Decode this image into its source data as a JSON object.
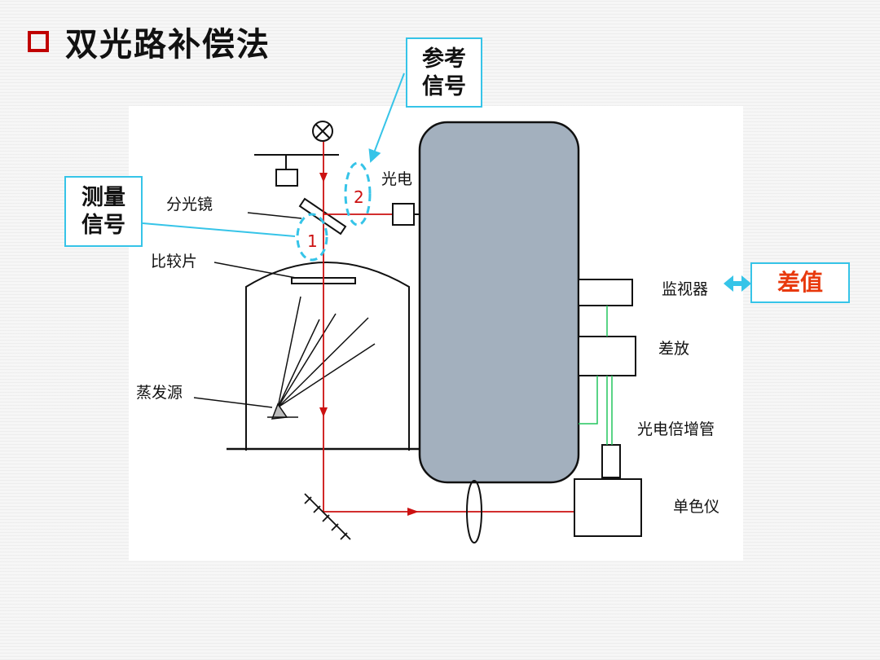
{
  "title": "双光路补偿法",
  "callouts": {
    "reference_signal": [
      "参考",
      "信号"
    ],
    "measure_signal": [
      "测量",
      "信号"
    ],
    "difference": "差值"
  },
  "labels": {
    "photoelectric": "光电",
    "beam_splitter": "分光镜",
    "comparison_piece": "比较片",
    "evaporation_source": "蒸发源",
    "monitor": "监视器",
    "diff_amp": "差放",
    "pmt": "光电倍增管",
    "monochromator": "单色仪",
    "path_1": "1",
    "path_2": "2"
  },
  "colors": {
    "accent_red": "#c00000",
    "callout_border": "#36c4e8",
    "difference_text": "#e8390d",
    "chamber_fill": "#a3b0be",
    "beam_red": "#cc1111",
    "signal_green": "#22c55e"
  }
}
